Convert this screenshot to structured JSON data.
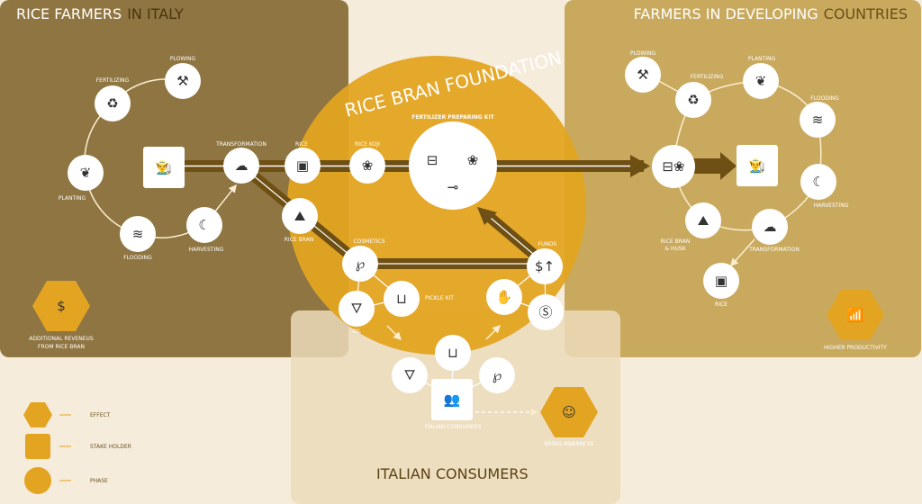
{
  "panels": {
    "italy": {
      "title_a": "RICE FARMERS",
      "title_b": "IN ITALY"
    },
    "developing": {
      "title_a": "FARMERS IN DEVELOPING",
      "title_b": "COUNTRIES"
    },
    "consumers": {
      "title": "ITALIAN CONSUMERS"
    },
    "foundation": {
      "title": "RICE BRAN FOUNDATION",
      "kit_label": "FERTILIZER PREPARING KIT"
    }
  },
  "italy_phases": {
    "plowing": "PLOWING",
    "fertilizing": "FERTILIZING",
    "planting": "PLANTING",
    "flooding": "FLOODING",
    "harvesting": "HARVESTING",
    "transformation": "TRANSFORMATION",
    "rice": "RICE",
    "rice_bran": "RICE BRAN"
  },
  "foundation_nodes": {
    "rice_koji": "RICE KOJI",
    "cosmetics": "COSMETICS",
    "funds": "FUNDS",
    "oil": "OIL",
    "pickle_kit": "PICKLE KIT"
  },
  "consumer_nodes": {
    "consumers": "ITALIAN CONSUMERS",
    "awareness": "BRING AWARNESS"
  },
  "developing_phases": {
    "plowing": "PLOWING",
    "fertilizing": "FERTILIZING",
    "planting": "PLANTING",
    "flooding": "FLOODING",
    "harvesting": "HARVESTING",
    "transformation": "TRANSFORMATION",
    "rice_bran_a": "RICE BRAN",
    "rice_bran_b": "& HUSK",
    "rice": "RICE"
  },
  "effects": {
    "revenue_a": "ADDITIONAL REVENEUS",
    "revenue_b": "FROM RICE BRAN",
    "productivity": "HIGHER PRODUCTIVITY"
  },
  "legend": {
    "effect": "EFFECT",
    "stakeholder": "STAKE HOLDER",
    "phase": "PHASE"
  },
  "colors": {
    "italy_panel": "#8f7541",
    "developing_panel": "#c9a95e",
    "foundation": "#e3a421",
    "consumers_panel": "#ecdcbb",
    "arrow": "#6e4f14"
  }
}
